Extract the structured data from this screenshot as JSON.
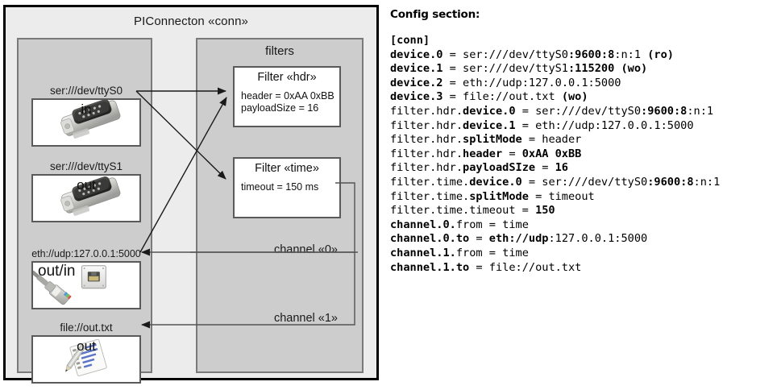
{
  "diagram": {
    "title": "PIConnecton «conn»",
    "devices_panel": {
      "title": "",
      "devices": [
        {
          "caption": "ser:///dev/ttyS0",
          "label": "in",
          "icon": "serial-db9-connector-icon"
        },
        {
          "caption": "ser:///dev/ttyS1",
          "label": "out",
          "icon": "serial-db9-connector-icon"
        },
        {
          "caption": "eth://udp:127.0.0.1:5000",
          "label": "out/in",
          "icon": "ethernet-rj45-jack-icon"
        },
        {
          "caption": "file://out.txt",
          "label": "out",
          "icon": "text-file-pencil-icon"
        }
      ]
    },
    "filters_panel": {
      "title": "filters",
      "filters": [
        {
          "title": "Filter «hdr»",
          "props": [
            "header = 0xAA 0xBB",
            "payloadSize = 16"
          ]
        },
        {
          "title": "Filter «time»",
          "props": [
            "timeout = 150 ms"
          ]
        }
      ],
      "channels": [
        {
          "label": "channel «0»"
        },
        {
          "label": "channel «1»"
        }
      ]
    },
    "colors": {
      "frame_border": "#000000",
      "frame_bg": "#ececec",
      "panel_bg": "#cdcdcd",
      "panel_border": "#7a7a7a",
      "box_bg": "#ffffff",
      "box_border": "#5a5a5a",
      "edge": "#1a1a1a"
    }
  },
  "config": {
    "heading": "Config section:",
    "lines": [
      [
        {
          "t": "[conn]",
          "b": true
        }
      ],
      [
        {
          "t": "device.0",
          "b": true
        },
        {
          "t": " = ",
          "b": false
        },
        {
          "t": "ser:///dev/ttyS0",
          "b": false
        },
        {
          "t": ":9600:8",
          "b": true
        },
        {
          "t": ":n:1 ",
          "b": false
        },
        {
          "t": "(ro)",
          "b": true
        }
      ],
      [
        {
          "t": "device.1",
          "b": true
        },
        {
          "t": " = ",
          "b": false
        },
        {
          "t": "ser:///dev/ttyS1",
          "b": false
        },
        {
          "t": ":115200 ",
          "b": true
        },
        {
          "t": "(wo)",
          "b": true
        }
      ],
      [
        {
          "t": "device.2",
          "b": true
        },
        {
          "t": " = ",
          "b": false
        },
        {
          "t": "eth://udp",
          "b": false
        },
        {
          "t": ":127.0.0.1:5000",
          "b": false
        }
      ],
      [
        {
          "t": "device.3",
          "b": true
        },
        {
          "t": " = ",
          "b": false
        },
        {
          "t": "file://out.txt ",
          "b": false
        },
        {
          "t": "(wo)",
          "b": true
        }
      ],
      [
        {
          "t": "filter.hdr.",
          "b": false
        },
        {
          "t": "device.0",
          "b": true
        },
        {
          "t": " = ",
          "b": false
        },
        {
          "t": "ser:///dev/ttyS0",
          "b": false
        },
        {
          "t": ":9600:8",
          "b": true
        },
        {
          "t": ":n:1",
          "b": false
        }
      ],
      [
        {
          "t": "filter.hdr.",
          "b": false
        },
        {
          "t": "device.1",
          "b": true
        },
        {
          "t": " = ",
          "b": false
        },
        {
          "t": "eth://udp:127.0.0.1:5000",
          "b": false
        }
      ],
      [
        {
          "t": "filter.hdr.",
          "b": false
        },
        {
          "t": "splitMode",
          "b": true
        },
        {
          "t": " = header",
          "b": false
        }
      ],
      [
        {
          "t": "filter.hdr.",
          "b": false
        },
        {
          "t": "header",
          "b": true
        },
        {
          "t": " = ",
          "b": false
        },
        {
          "t": "0xAA 0xBB",
          "b": true
        }
      ],
      [
        {
          "t": "filter.hdr.",
          "b": false
        },
        {
          "t": "payloadSIze",
          "b": true
        },
        {
          "t": " = ",
          "b": false
        },
        {
          "t": "16",
          "b": true
        }
      ],
      [
        {
          "t": "filter.time.",
          "b": false
        },
        {
          "t": "device.0",
          "b": true
        },
        {
          "t": " = ",
          "b": false
        },
        {
          "t": "ser:///dev/ttyS0",
          "b": false
        },
        {
          "t": ":9600:8",
          "b": true
        },
        {
          "t": ":n:1",
          "b": false
        }
      ],
      [
        {
          "t": "filter.time.",
          "b": false
        },
        {
          "t": "splitMode",
          "b": true
        },
        {
          "t": " = timeout",
          "b": false
        }
      ],
      [
        {
          "t": "filter.time.timeout = ",
          "b": false
        },
        {
          "t": "150",
          "b": true
        }
      ],
      [
        {
          "t": "channel.0.",
          "b": true
        },
        {
          "t": "from",
          "b": false
        },
        {
          "t": " = time",
          "b": false
        }
      ],
      [
        {
          "t": "channel.0.to",
          "b": true
        },
        {
          "t": " = ",
          "b": false
        },
        {
          "t": "eth://udp",
          "b": true
        },
        {
          "t": ":127.0.0.1:5000",
          "b": false
        }
      ],
      [
        {
          "t": "channel.1.",
          "b": true
        },
        {
          "t": "from",
          "b": false
        },
        {
          "t": " = time",
          "b": false
        }
      ],
      [
        {
          "t": "channel.1.to",
          "b": true
        },
        {
          "t": " = ",
          "b": false
        },
        {
          "t": "file://out.txt",
          "b": false
        }
      ]
    ]
  }
}
